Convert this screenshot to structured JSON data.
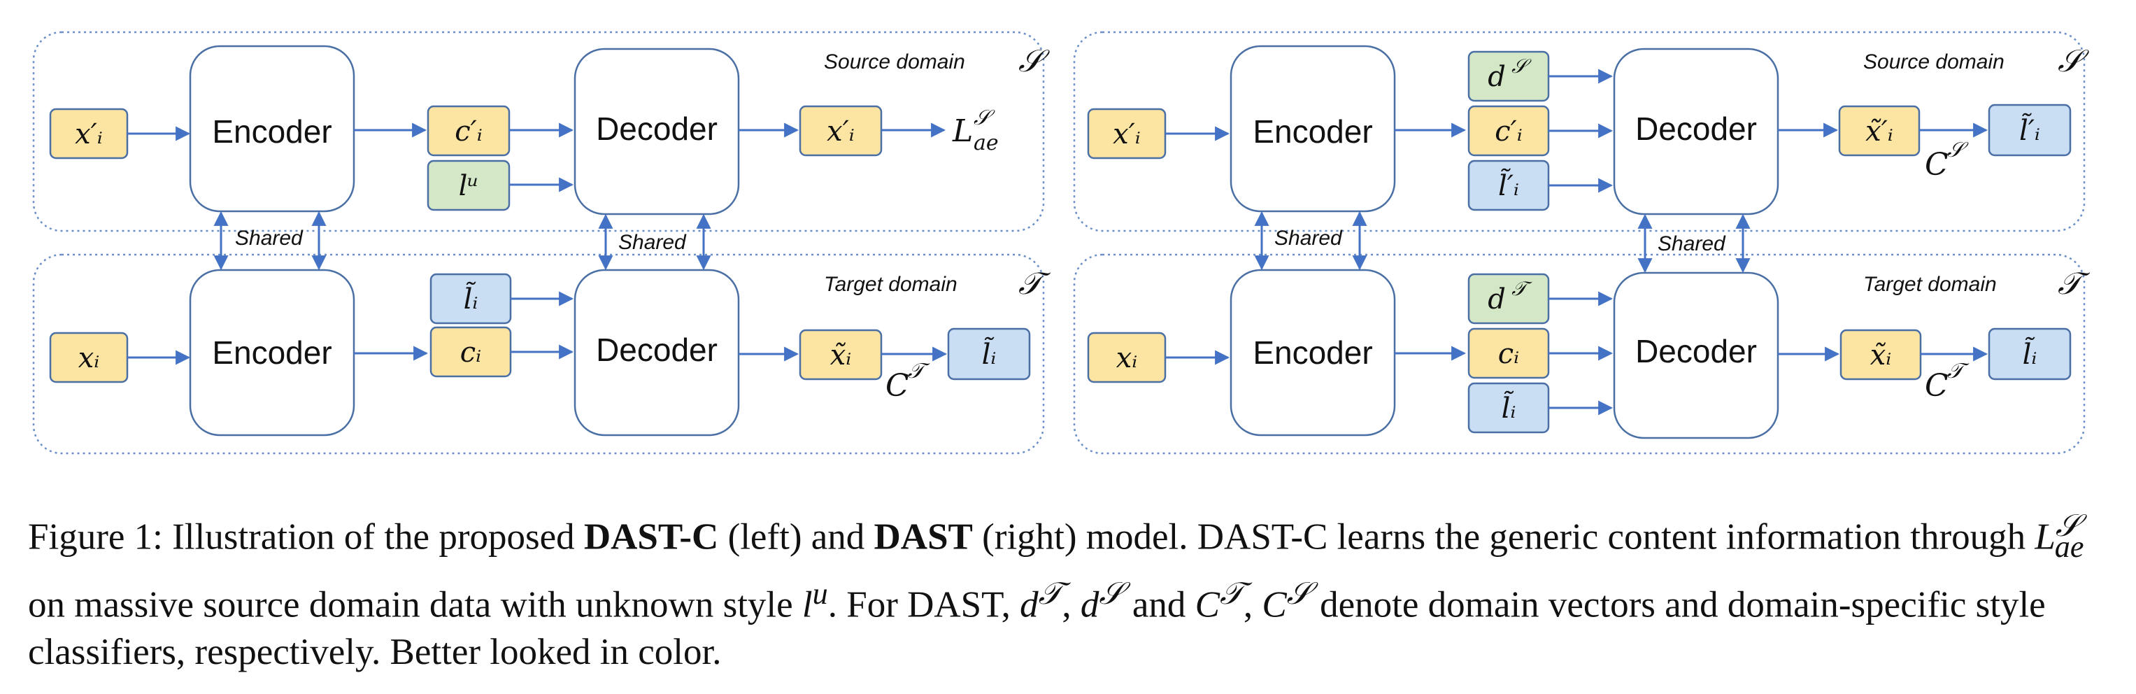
{
  "diagram": {
    "encoder": "Encoder",
    "decoder": "Decoder",
    "shared": "Shared",
    "source_domain": "Source domain",
    "source_symbol": "𝒮",
    "target_domain": "Target domain",
    "target_symbol": "𝒯",
    "left_source": {
      "input": "x′ᵢ",
      "content": "c′ᵢ",
      "style": "lᵘ",
      "output": "x′ᵢ",
      "loss": "L",
      "loss_sup": "𝒮",
      "loss_sub": "ae"
    },
    "left_target": {
      "input": "xᵢ",
      "style": "l̃ᵢ",
      "content": "cᵢ",
      "output": "x̃ᵢ",
      "classifier": "C",
      "classifier_sup": "𝒯",
      "label": "l̃ᵢ"
    },
    "right_source": {
      "input": "x′ᵢ",
      "domain": "d",
      "domain_sup": "𝒮",
      "content": "c′ᵢ",
      "style": "l̃′ᵢ",
      "output": "x̃′ᵢ",
      "classifier": "C",
      "classifier_sup": "𝒮",
      "label": "l̃′ᵢ"
    },
    "right_target": {
      "input": "xᵢ",
      "domain": "d",
      "domain_sup": "𝒯",
      "content": "cᵢ",
      "style": "l̃ᵢ",
      "output": "x̃ᵢ",
      "classifier": "C",
      "classifier_sup": "𝒯",
      "label": "l̃ᵢ"
    }
  },
  "caption": {
    "prefix": "Figure 1: Illustration of the proposed ",
    "dastc": "DAST-C",
    "mid1": " (left) and ",
    "dast": "DAST",
    "mid2": " (right) model. DAST-C learns the generic content information through ",
    "loss": "L",
    "loss_sub": "ae",
    "loss_sup": "𝒮",
    "mid3": " on massive source domain data with unknown style ",
    "lu": "l",
    "lu_sup": "u",
    "mid4": ". For DAST, ",
    "dT": "d",
    "dT_sup": "𝒯",
    "comma1": ", ",
    "dS": "d",
    "dS_sup": "𝒮",
    "and": " and ",
    "CT": "C",
    "CT_sup": "𝒯",
    "comma2": ", ",
    "CS": "C",
    "CS_sup": "𝒮",
    "end": " denote domain vectors and domain-specific style classifiers, respectively. Better looked in color."
  },
  "colors": {
    "yellow": "#FCE4A2",
    "green": "#D4E8C8",
    "blue": "#C9DDF3",
    "box_stroke": "#4A6FA5",
    "arrow": "#4472C4",
    "panel_border": "#6B8FC7"
  }
}
